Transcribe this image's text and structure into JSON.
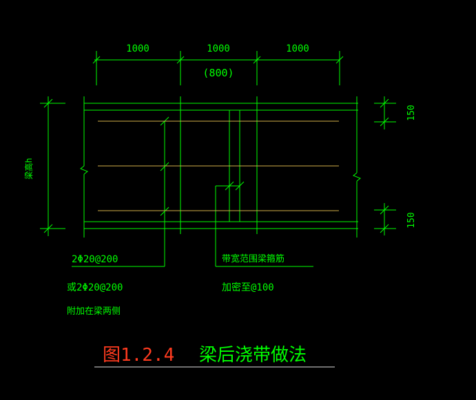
{
  "colors": {
    "background": "#000000",
    "structure": "#00ff00",
    "rebar": "#d4b04a",
    "title_number": "#ff3b1f",
    "title_underline": "#e0e0e0"
  },
  "dimensions": {
    "top_spans": [
      "1000",
      "1000",
      "1000"
    ],
    "top_sub": "(800)",
    "left_label": "梁高h",
    "right_top": "150",
    "right_bottom": "150"
  },
  "annotations": {
    "rebar_main": "2Φ20@200",
    "rebar_alt": "或2Φ20@200",
    "rebar_note": "附加在梁两侧",
    "stirrup_main": "带宽范围梁箍筋",
    "stirrup_note": "加密至@100"
  },
  "title": {
    "number": "图1.2.4",
    "text": "梁后浇带做法"
  }
}
